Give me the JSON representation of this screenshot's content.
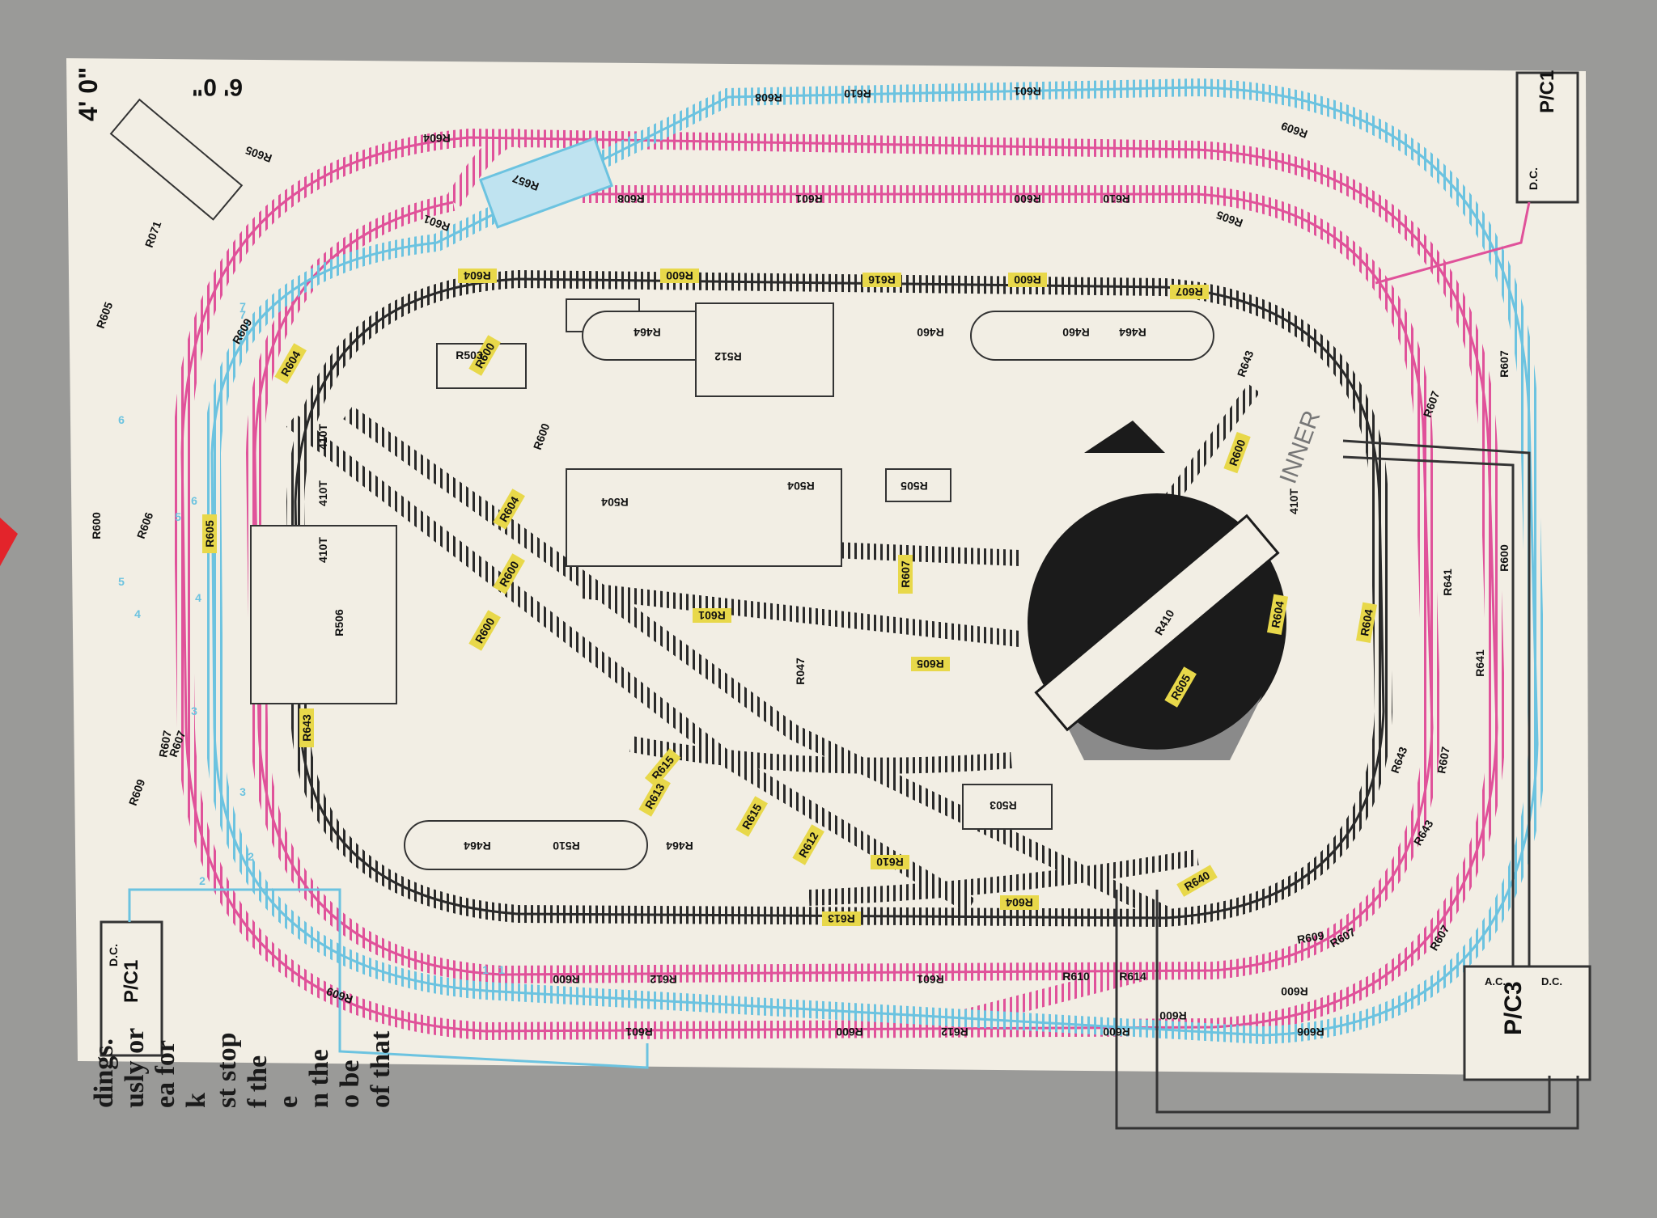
{
  "dimensions": {
    "width_label": "4' 0\"",
    "length_label": "6' 0\""
  },
  "colors": {
    "background": "#9a9a98",
    "sheet": "#f2eee4",
    "pink_track": "#e0529a",
    "blue_track": "#6cc3e0",
    "black_track": "#2a2a2a",
    "yellow_label": "#e8d84a",
    "wire": "#333333"
  },
  "controllers": {
    "left": {
      "name": "P/C1",
      "sub": "D.C."
    },
    "right_top": {
      "name": "P/C1",
      "sub": "D.C."
    },
    "bottom": {
      "name": "P/C3",
      "left_sub": "A.C.",
      "right_sub": "D.C."
    }
  },
  "side_text": [
    "dings.",
    "usly or",
    "ea for",
    "k",
    "st stop",
    "f the",
    "e",
    "n the",
    "o be",
    "of that"
  ],
  "labels": {
    "pink": [
      "R600",
      "R609",
      "R607",
      "R605",
      "R604",
      "R605",
      "R608",
      "R601",
      "R600",
      "R610",
      "R605",
      "R607",
      "R609",
      "R607",
      "R643",
      "R641",
      "R609",
      "R612",
      "R600",
      "R601",
      "R600",
      "R606",
      "R614",
      "R610",
      "R600",
      "R607"
    ],
    "blue": [
      "R606",
      "R607",
      "R609",
      "R601",
      "R657",
      "R608",
      "R610",
      "R601",
      "R609",
      "R607",
      "R600",
      "R641",
      "R643",
      "R607",
      "R612",
      "R600",
      "R601",
      "R600"
    ],
    "black": [
      "R604",
      "R600",
      "R616",
      "R600",
      "R607",
      "R604",
      "R600",
      "R605",
      "R604",
      "R604",
      "R600",
      "R605",
      "R643",
      "R607",
      "R605",
      "R601",
      "R604",
      "R600",
      "R600",
      "R615",
      "R610",
      "R640",
      "R604",
      "R613",
      "R612",
      "R615",
      "R613"
    ],
    "structures": [
      "R071",
      "R503",
      "R464",
      "R512",
      "R460",
      "R460",
      "R464",
      "R600",
      "R504",
      "R504",
      "R505",
      "R410",
      "R643",
      "410T",
      "410T",
      "410T",
      "410T",
      "R506",
      "R047",
      "R503",
      "R464",
      "R510",
      "R464"
    ],
    "pencil": [
      "INNER"
    ]
  },
  "track_numbers": [
    "1",
    "2",
    "3",
    "4",
    "5",
    "6",
    "7",
    "1",
    "2",
    "3",
    "4",
    "5",
    "6",
    "7"
  ]
}
